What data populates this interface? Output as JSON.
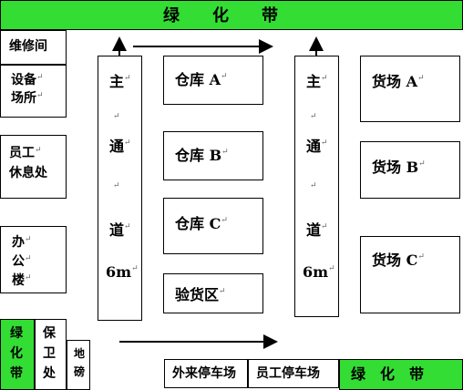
{
  "top_band": {
    "label": "绿　　化　　带"
  },
  "bottom_band": {
    "label": "绿　化　带"
  },
  "left_column": {
    "repair": "维修间",
    "equipment": [
      "设备",
      "场所"
    ],
    "rest": [
      "员工",
      "休息处"
    ],
    "office": [
      "办",
      "公",
      "楼"
    ],
    "green_small": [
      "绿",
      "化",
      "带"
    ],
    "guard": [
      "保",
      "卫",
      "处"
    ],
    "scale": [
      "地",
      "磅"
    ]
  },
  "main_road": {
    "chars": [
      "主",
      "通",
      "道",
      "6m"
    ]
  },
  "warehouses": [
    "仓库 A",
    "仓库 B",
    "仓库 C"
  ],
  "inspection": "验货区",
  "yards": [
    "货场 A",
    "货场 B",
    "货场 C"
  ],
  "parking": {
    "external": "外来停车场",
    "staff": "员工停车场"
  },
  "colors": {
    "green": "#33dd33",
    "border": "#000000"
  },
  "return_mark": "↵"
}
